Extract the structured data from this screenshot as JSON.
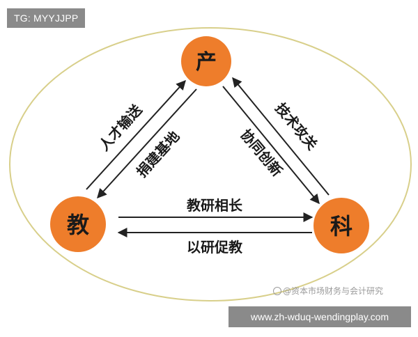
{
  "header": {
    "tag": "TG: MYYJJPP"
  },
  "diagram": {
    "nodes": {
      "top": "产",
      "left": "教",
      "right": "科"
    },
    "edges": {
      "left_outer": "人才输送",
      "left_inner": "捐建基地",
      "right_outer": "技术攻关",
      "right_inner": "协同创新",
      "bottom_top": "教研相长",
      "bottom_bottom": "以研促教"
    }
  },
  "footer": {
    "watermark": "@资本市场财务与会计研究",
    "url": "www.zh-wduq-wendingplay.com"
  },
  "colors": {
    "node_fill": "#ee7d2b",
    "ellipse_stroke": "#d8cf8a",
    "arrow": "#222222",
    "label": "#1a1a1a",
    "tag_bg": "#8a8a8a"
  }
}
